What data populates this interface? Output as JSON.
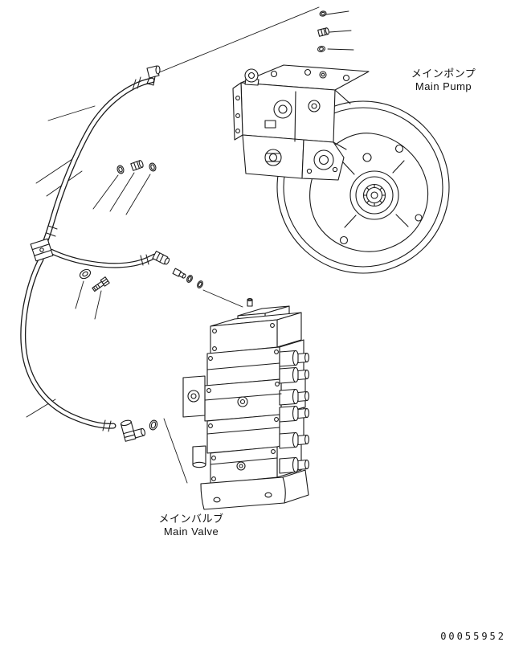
{
  "page": {
    "background": "#ffffff",
    "line_color": "#1a1a1a",
    "text_color": "#111111"
  },
  "labels": {
    "main_pump": {
      "jp": "メインポンプ",
      "en": "Main Pump"
    },
    "main_valve": {
      "jp": "メインバルブ",
      "en": "Main Valve"
    }
  },
  "part_number": "00055952",
  "diagram": {
    "type": "exploded-parts-diagram",
    "glyphs": [
      "main-pump-drawing",
      "main-valve-drawing",
      "hydraulic-hose-upper",
      "hydraulic-hose-middle",
      "hydraulic-hose-lower",
      "connector-block",
      "elbow-fitting",
      "straight-fitting",
      "plug",
      "o-ring",
      "washer",
      "bolt",
      "leader-lines"
    ]
  }
}
